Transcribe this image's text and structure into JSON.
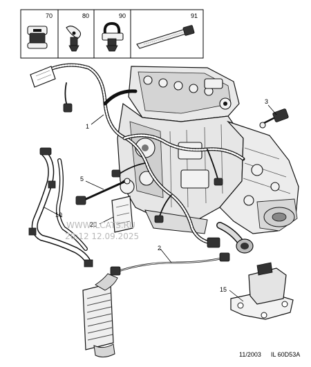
{
  "inset_parts": [
    {
      "number": "70",
      "icon": "grommet-icon"
    },
    {
      "number": "80",
      "icon": "clip-icon"
    },
    {
      "number": "90",
      "icon": "cable-clamp-icon"
    },
    {
      "number": "91",
      "icon": "cable-tie-icon"
    }
  ],
  "callouts": [
    {
      "number": "1"
    },
    {
      "number": "2"
    },
    {
      "number": "3"
    },
    {
      "number": "5"
    },
    {
      "number": "10"
    },
    {
      "number": "15"
    },
    {
      "number": "20"
    }
  ],
  "watermark": {
    "line1": "WWW.ILCATS.RU",
    "line2": "20:12 12.09.2025"
  },
  "footer": {
    "date": "11/2003",
    "reference": "IL 60D53A"
  }
}
